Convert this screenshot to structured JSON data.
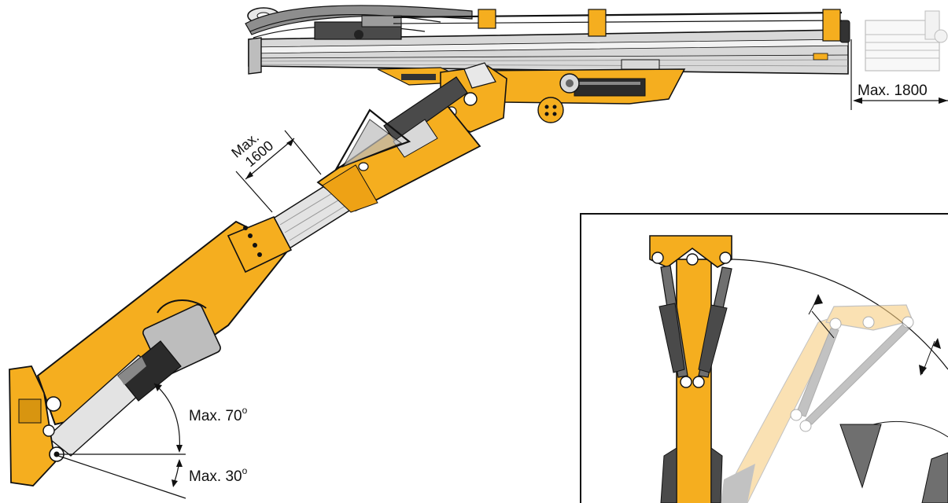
{
  "labels": {
    "feed_extension": "Max. 1800",
    "boom_extension_max": "Max.",
    "boom_extension_value": "1600",
    "lift_up": "Max. 70",
    "lift_down": "Max. 30",
    "degree_symbol": "o"
  },
  "colors": {
    "boom_yellow": "#F5AE1F",
    "boom_yellow_light": "#F8CE82",
    "cylinder_grey": "#6F6F6F",
    "steel_grey": "#C9C9C9",
    "dark": "#2B2B2B",
    "outline": "#111111"
  }
}
